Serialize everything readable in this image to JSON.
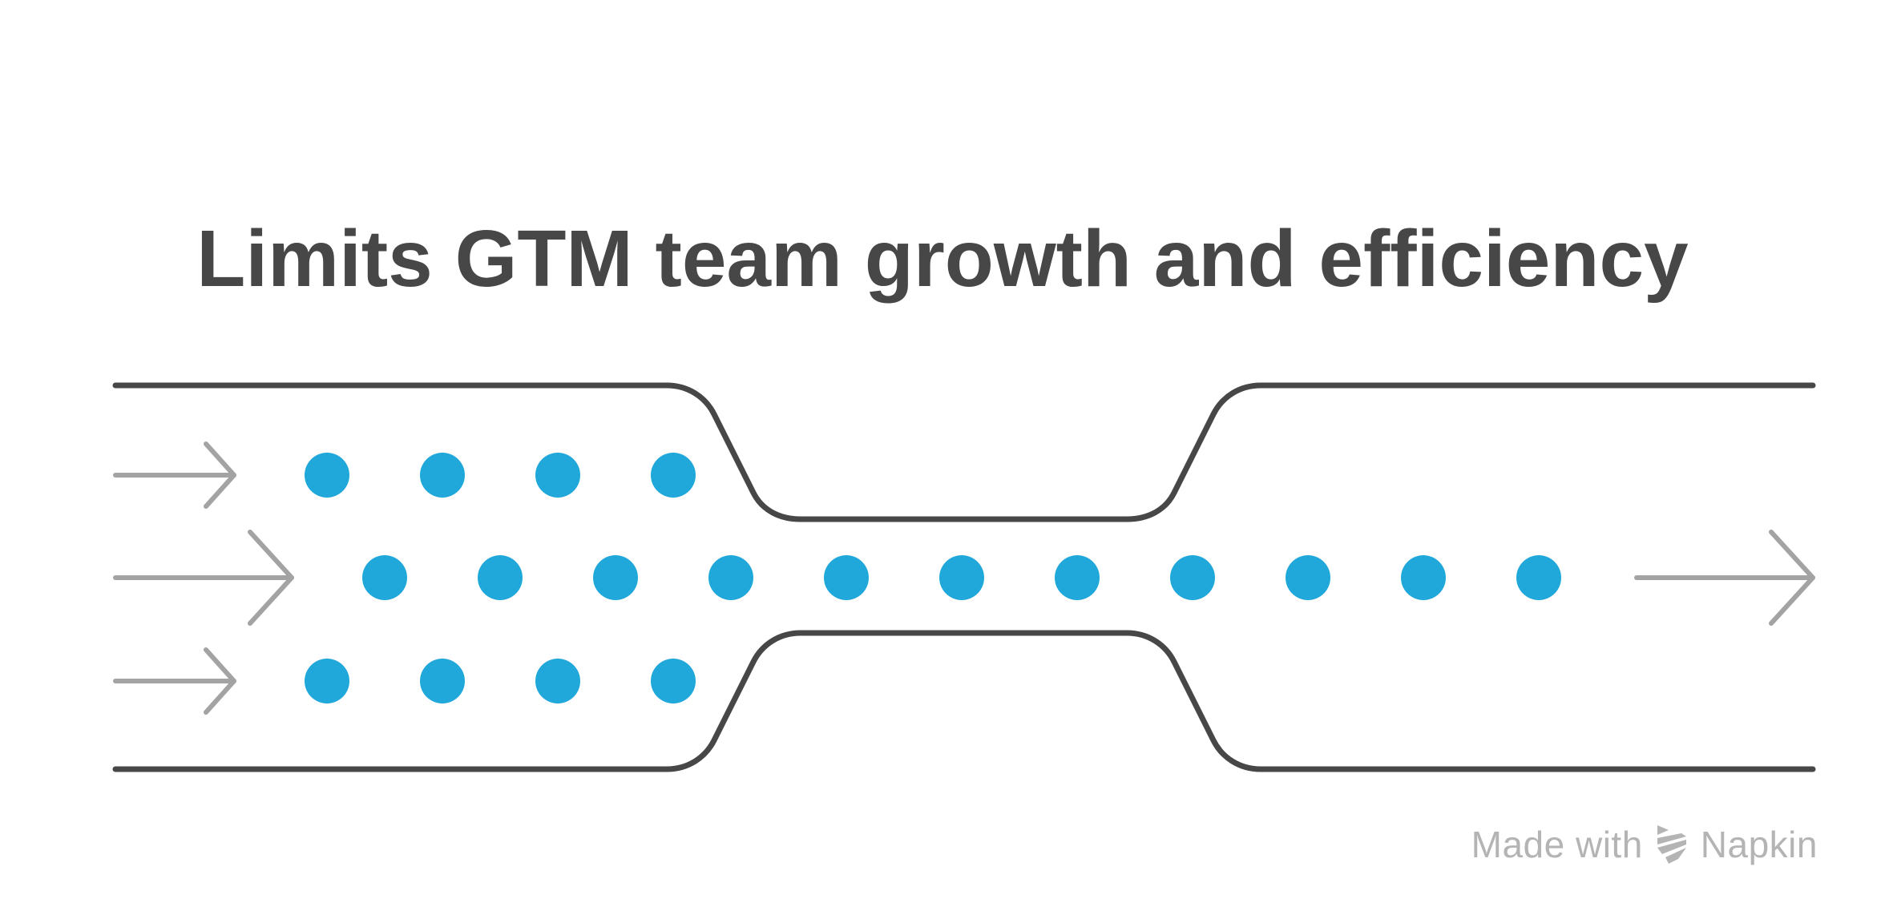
{
  "title": "Limits GTM team growth and efficiency",
  "colors": {
    "title": "#474747",
    "pipe": "#474747",
    "arrow": "#a3a3a3",
    "dot": "#20a8da",
    "watermark": "#b4b4b4"
  },
  "icons": [
    "arrow-right-icon",
    "napkin-logo-icon"
  ],
  "watermark": {
    "prefix": "Made with",
    "brand": "Napkin"
  }
}
